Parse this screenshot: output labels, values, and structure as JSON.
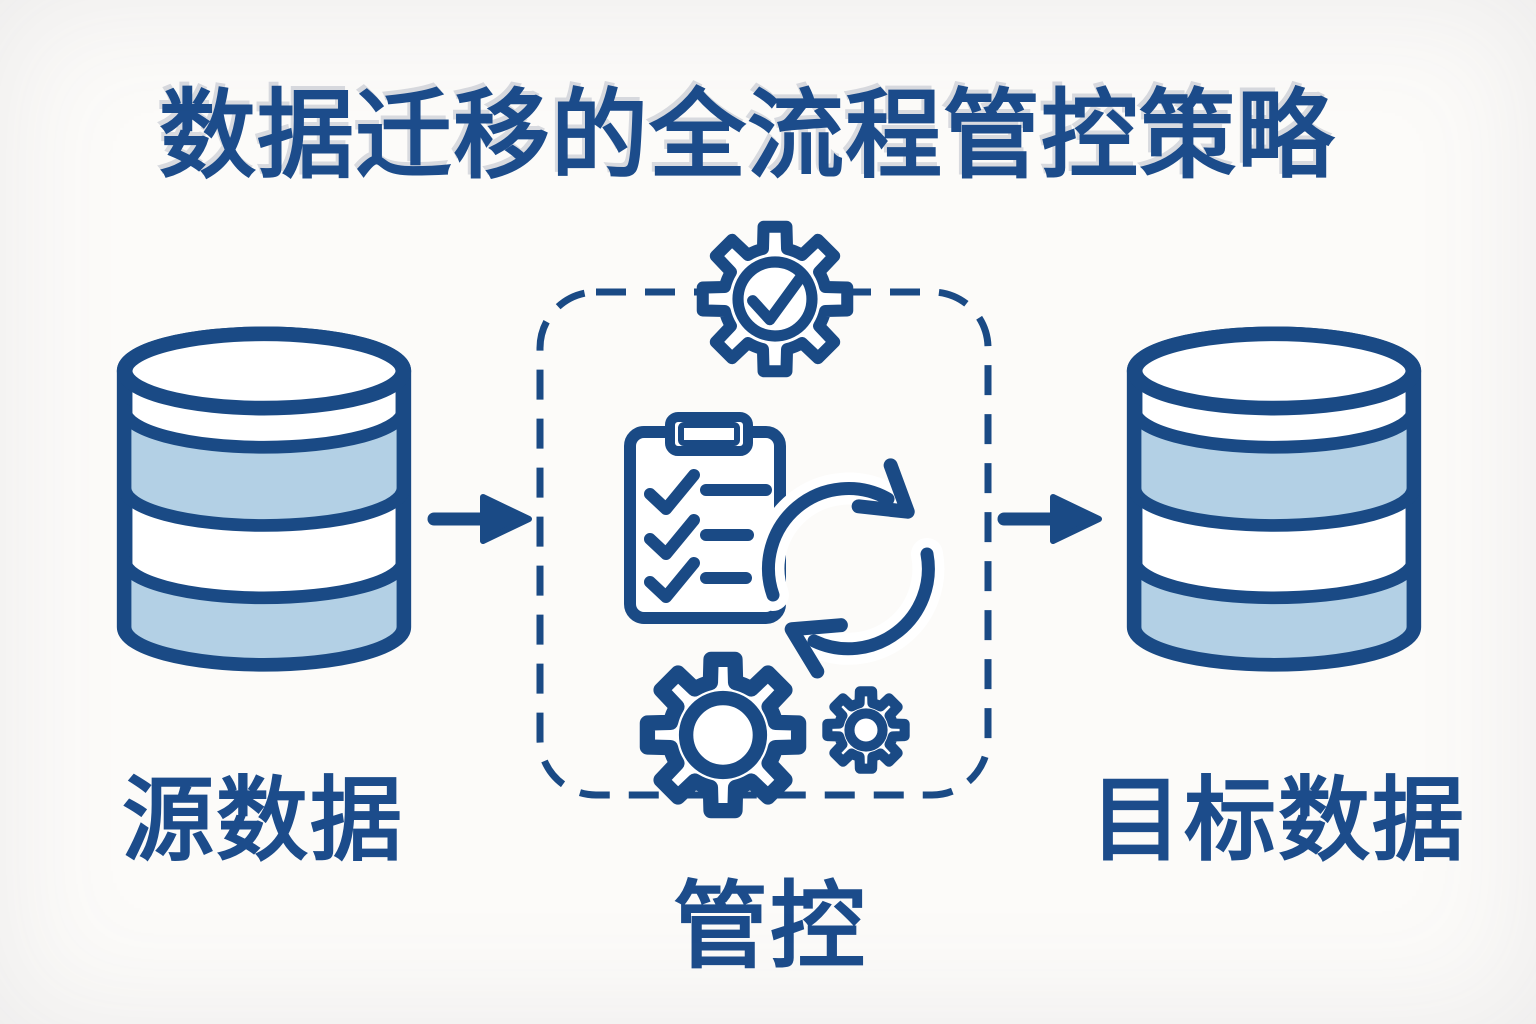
{
  "title": "数据迁移的全流程管控策略",
  "nodes": {
    "source": {
      "label": "源数据",
      "icon": "database-icon"
    },
    "control": {
      "label": "管控",
      "icons": [
        "gear-check-icon",
        "clipboard-checklist-icon",
        "sync-arrows-icon",
        "large-gear-icon",
        "small-gear-icon"
      ],
      "boundary": "dashed-rounded-box"
    },
    "target": {
      "label": "目标数据",
      "icon": "database-icon"
    }
  },
  "connections": [
    {
      "from": "source",
      "to": "control",
      "icon": "arrow-right-icon"
    },
    {
      "from": "control",
      "to": "target",
      "icon": "arrow-right-icon"
    }
  ],
  "colors": {
    "primary": "#1a4a85",
    "text": "#1c4c8b",
    "light_fill": "#b3d0e5",
    "background": "#fcfbf9"
  }
}
